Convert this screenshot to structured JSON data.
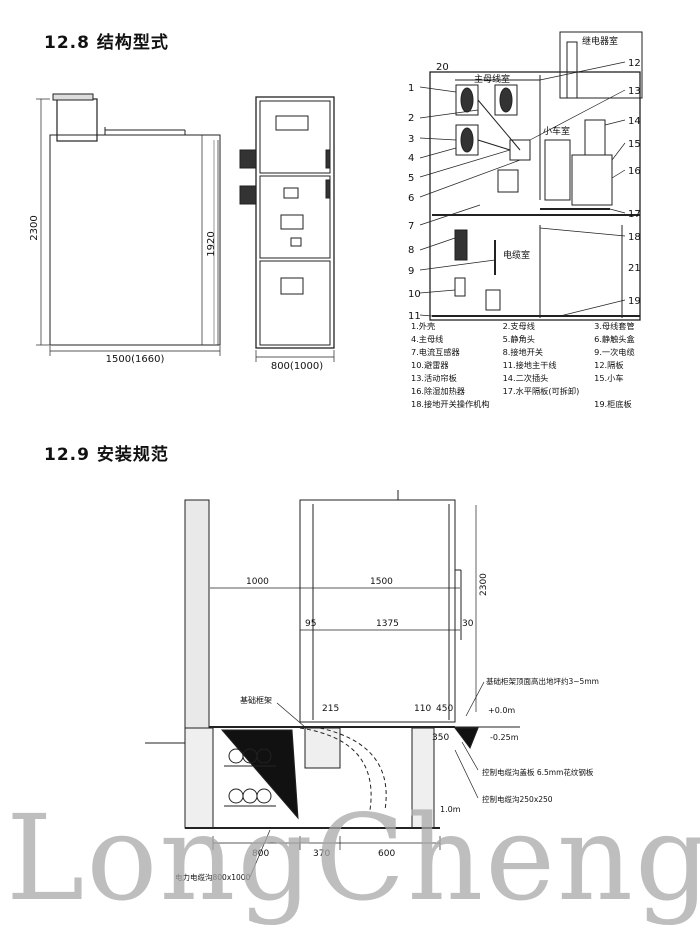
{
  "section1": {
    "heading": "12.8 结构型式"
  },
  "section2": {
    "heading": "12.9 安装规范"
  },
  "side_view": {
    "height_label": "2300",
    "width_label": "1500(1660)"
  },
  "front_view": {
    "height_label": "1920",
    "width_label": "800(1000)"
  },
  "section_view": {
    "compartment_labels": {
      "relay": "继电器室",
      "busbar": "主母线室",
      "truck": "小车室",
      "cable": "电缆室"
    },
    "callout_numbers": [
      "20",
      "1",
      "2",
      "3",
      "4",
      "5",
      "6",
      "7",
      "8",
      "9",
      "10",
      "11",
      "12",
      "13",
      "14",
      "15",
      "16",
      "17",
      "18",
      "21",
      "19"
    ]
  },
  "legend": [
    [
      "1.外壳",
      "2.支母线",
      "3.母线套管"
    ],
    [
      "4.主母线",
      "5.静角头",
      "6.静触头盒"
    ],
    [
      "7.电流互感器",
      "8.接地开关",
      "9.一次电缆"
    ],
    [
      "10.避雷器",
      "11.接地主干线",
      "12.隔板"
    ],
    [
      "13.活动帘板",
      "14.二次插头",
      "15.小车"
    ],
    [
      "16.除湿加热器",
      "17.水平隔板(可拆卸)"
    ],
    [
      "18.接地开关操作机构",
      "19.柜底板"
    ]
  ],
  "install": {
    "dim_1000": "1000",
    "dim_1500": "1500",
    "dim_95": "95",
    "dim_1375": "1375",
    "dim_30": "30",
    "dim_2300": "2300",
    "dim_215": "215",
    "dim_110": "110",
    "dim_450": "450",
    "dim_350": "350",
    "dim_800": "800",
    "dim_370": "370",
    "dim_600": "600",
    "dim_1_0m": "1.0m",
    "level_plus": "+0.0m",
    "level_minus": "-0.25m",
    "label_foundation_frame": "基础框架",
    "label_frame_top": "基础柜架顶面高出地坪约3~5mm",
    "label_cover_plate": "控制电缆沟盖板 6.5mm花纹钢板",
    "label_control_trench": "控制电缆沟250x250",
    "label_power_trench": "电力电缆沟800x1000"
  },
  "watermark": "LongCheng"
}
